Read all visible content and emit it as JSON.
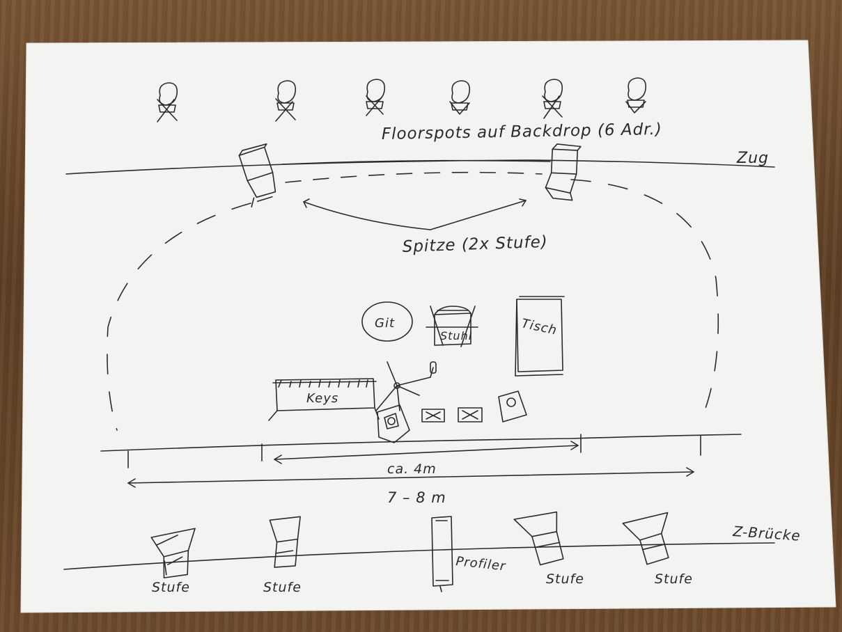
{
  "annotations": {
    "floorspots": "Floorspots auf Backdrop (6 Adr.)",
    "zug": "Zug",
    "spitze": "Spitze (2x Stufe)",
    "tisch": "Tisch",
    "git": "Git",
    "stuhl": "Stuhl",
    "keys": "Keys",
    "dim_inner": "ca. 4m",
    "dim_outer": "7 – 8 m",
    "bruecke": "Z-Brücke",
    "stufe_1": "Stufe",
    "stufe_2": "Stufe",
    "profiler": "Profiler",
    "stufe_3": "Stufe",
    "stufe_4": "Stufe"
  },
  "colors": {
    "ink": "#2a2a2e",
    "paper": "#f2f2f0",
    "table_wood": "#6b4a2c"
  },
  "icons": [
    "floorspot-icon",
    "stufe-lamp-icon",
    "profiler-icon",
    "mic-stand-icon",
    "monitor-wedge-icon",
    "di-box-icon",
    "chair-icon",
    "table-icon",
    "keyboard-icon",
    "guitar-amp-icon"
  ]
}
